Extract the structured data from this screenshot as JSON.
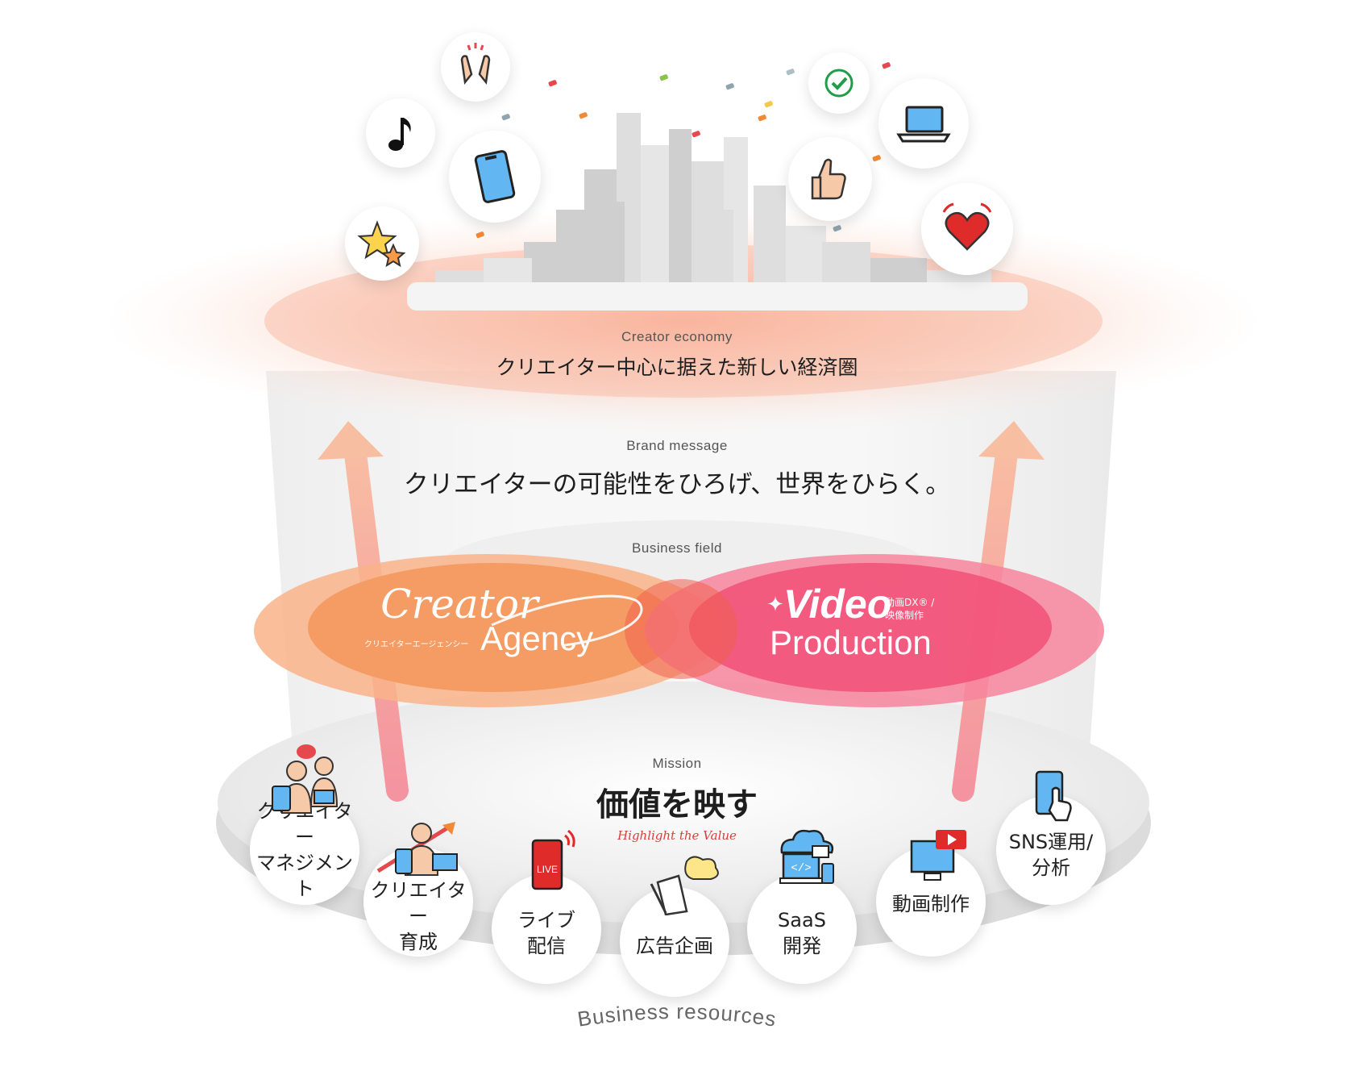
{
  "creator_economy": {
    "label_en": "Creator economy",
    "label_jp": "クリエイター中心に据えた新しい経済圏"
  },
  "brand_message": {
    "label_en": "Brand message",
    "label_jp": "クリエイターの可能性をひろげ、世界をひらく。"
  },
  "business_field": {
    "label_en": "Business field",
    "creator_agency": {
      "script": "Creator",
      "small_jp": "クリエイターエージェンシー",
      "word": "Agency",
      "color": "#f7a065"
    },
    "video_production": {
      "title": "Video",
      "note_line1": "動画DX® /",
      "note_line2": "映像制作",
      "word": "Production",
      "color": "#f2587d"
    }
  },
  "mission": {
    "label_en": "Mission",
    "label_jp": "価値を映す",
    "tagline": "Highlight the Value"
  },
  "business_resources": {
    "label": "Business resources",
    "items": [
      {
        "name": "クリエイター\nマネジメント",
        "icon": "creator-management-icon"
      },
      {
        "name": "クリエイター\n育成",
        "icon": "creator-training-icon"
      },
      {
        "name": "ライブ\n配信",
        "icon": "live-streaming-icon"
      },
      {
        "name": "広告企画",
        "icon": "ad-planning-icon"
      },
      {
        "name": "SaaS\n開発",
        "icon": "saas-cloud-icon"
      },
      {
        "name": "動画制作",
        "icon": "video-production-icon"
      },
      {
        "name": "SNS運用/\n分析",
        "icon": "sns-smartphone-icon"
      }
    ]
  },
  "reaction_icons": [
    "clapping-hands-icon",
    "music-note-icon",
    "smartphone-icon",
    "stars-icon",
    "check-icon",
    "laptop-icon",
    "thumbs-up-icon",
    "heart-icon"
  ],
  "colors": {
    "accent_orange": "#f7a065",
    "accent_pink": "#f2587d",
    "tagline_red": "#d8403a"
  }
}
